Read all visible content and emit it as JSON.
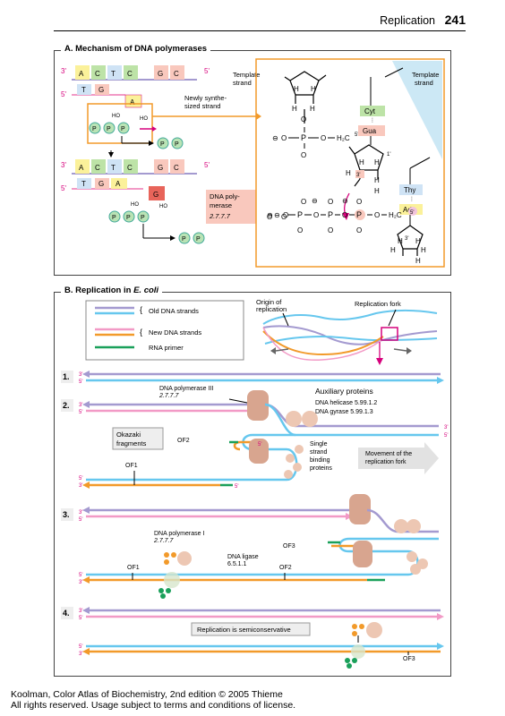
{
  "header": {
    "section": "Replication",
    "page_number": "241"
  },
  "panel_a": {
    "title": "A. Mechanism of DNA polymerases",
    "label_template": "Template\nstrand",
    "label_new_strand": "Newly synthe-\nsized strand",
    "label_template_right": "Template\nstrand",
    "enzyme": "DNA poly-\nmerase",
    "enzyme_ec": "2.7.7.7",
    "bases_top": [
      "A",
      "C",
      "T",
      "C",
      "G",
      "C"
    ],
    "bases_bottom": [
      "T",
      "G",
      "A"
    ],
    "bases_bottom2": [
      "T",
      "G",
      "A"
    ],
    "new_base": "A",
    "new_base2": "G",
    "phosphate": "P",
    "end3": "3'",
    "end5": "5'",
    "ho": "HO",
    "cyt": "Cyt",
    "gua": "Gua",
    "thy": "Thy",
    "ade": "Ade",
    "chem": {
      "h": "H",
      "o": "O",
      "oh": "OH",
      "p": "P",
      "h2c": "H₂C",
      "c5": "5'",
      "c1": "1'",
      "c3": "3'",
      "neg": "⊖"
    }
  },
  "panel_b": {
    "title": "B. Replication in",
    "title_italic": "E. coli",
    "legend": {
      "old": "Old DNA strands",
      "new": "New DNA strands",
      "primer": "RNA primer"
    },
    "origin": "Origin of\nreplication",
    "fork": "Replication fork",
    "steps": [
      "1.",
      "2.",
      "3.",
      "4."
    ],
    "pol3": "DNA polymerase III",
    "pol3_ec": "2.7.7.7",
    "aux": "Auxiliary proteins",
    "helicase": "DNA helicase 5.99.1.2",
    "gyrase": "DNA gyrase 5.99.1.3",
    "okazaki": "Okazaki\nfragments",
    "of1": "OF1",
    "of2": "OF2",
    "of3": "OF3",
    "ssb": "Single\nstrand\nbinding\nproteins",
    "movement": "Movement of the\nreplication fork",
    "pol1": "DNA polymerase I",
    "pol1_ec": "2.7.7.7",
    "ligase": "DNA ligase",
    "ligase_ec": "6.5.1.1",
    "semicons": "Replication is semiconservative",
    "end3": "3'",
    "end5": "5'"
  },
  "footer": {
    "line1": "Koolman, Color Atlas of Biochemistry, 2nd edition © 2005 Thieme",
    "line2": "All rights reserved. Usage subject to terms and conditions of license."
  },
  "colors": {
    "old_strand": "#a49ad0",
    "new_strand_pink": "#f29ac6",
    "new_strand_blue": "#66c7ee",
    "lagging_orange": "#f29a2a",
    "primer": "#1aa05a",
    "accent_orange": "#f29a2a",
    "enzyme": "#d8a58f",
    "phosphate": "#b9e3b5",
    "cyt": "#bde3a7",
    "gua": "#f9c8bd",
    "thy": "#cfe3f5",
    "ade": "#fbf19a",
    "template_blue": "#cce8f5",
    "magenta": "#d6007c"
  }
}
